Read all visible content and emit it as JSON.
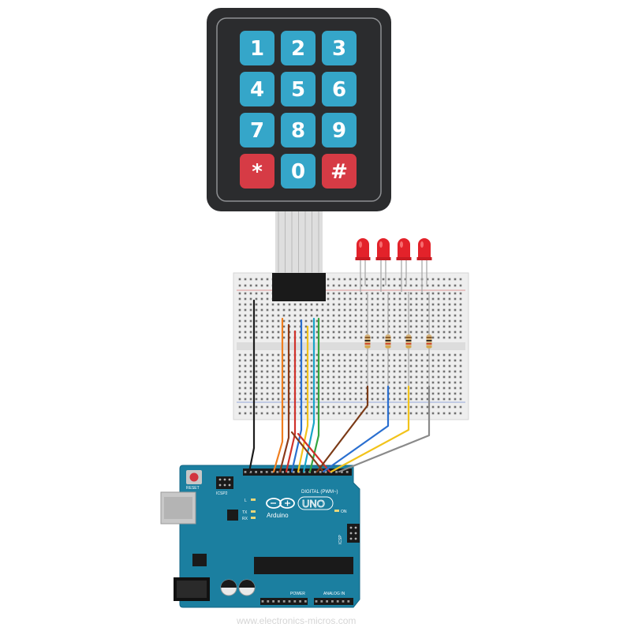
{
  "keypad": {
    "keys": [
      {
        "label": "1",
        "kind": "number"
      },
      {
        "label": "2",
        "kind": "number"
      },
      {
        "label": "3",
        "kind": "number"
      },
      {
        "label": "4",
        "kind": "number"
      },
      {
        "label": "5",
        "kind": "number"
      },
      {
        "label": "6",
        "kind": "number"
      },
      {
        "label": "7",
        "kind": "number"
      },
      {
        "label": "8",
        "kind": "number"
      },
      {
        "label": "9",
        "kind": "number"
      },
      {
        "label": "*",
        "kind": "special"
      },
      {
        "label": "0",
        "kind": "number"
      },
      {
        "label": "#",
        "kind": "special"
      }
    ]
  },
  "leds": {
    "count": 4,
    "color": "#e3222a"
  },
  "arduino": {
    "brand": "Arduino",
    "model": "UNO",
    "reset_label": "RESET",
    "icsp2_label": "ICSP2",
    "icsp_label": "ICSP",
    "digital_label": "DIGITAL (PWM~)",
    "analog_label": "ANALOG IN",
    "power_label": "POWER",
    "on_label": "ON",
    "l_label": "L",
    "tx_label": "TX",
    "rx_label": "RX"
  },
  "watermark": "www.electronics-micros.com",
  "colors": {
    "board": "#1b7fa0",
    "keypad_body": "#2b2c2e",
    "key_blue": "#35a6c9",
    "key_red": "#d63b45",
    "breadboard": "#eeeeee"
  }
}
